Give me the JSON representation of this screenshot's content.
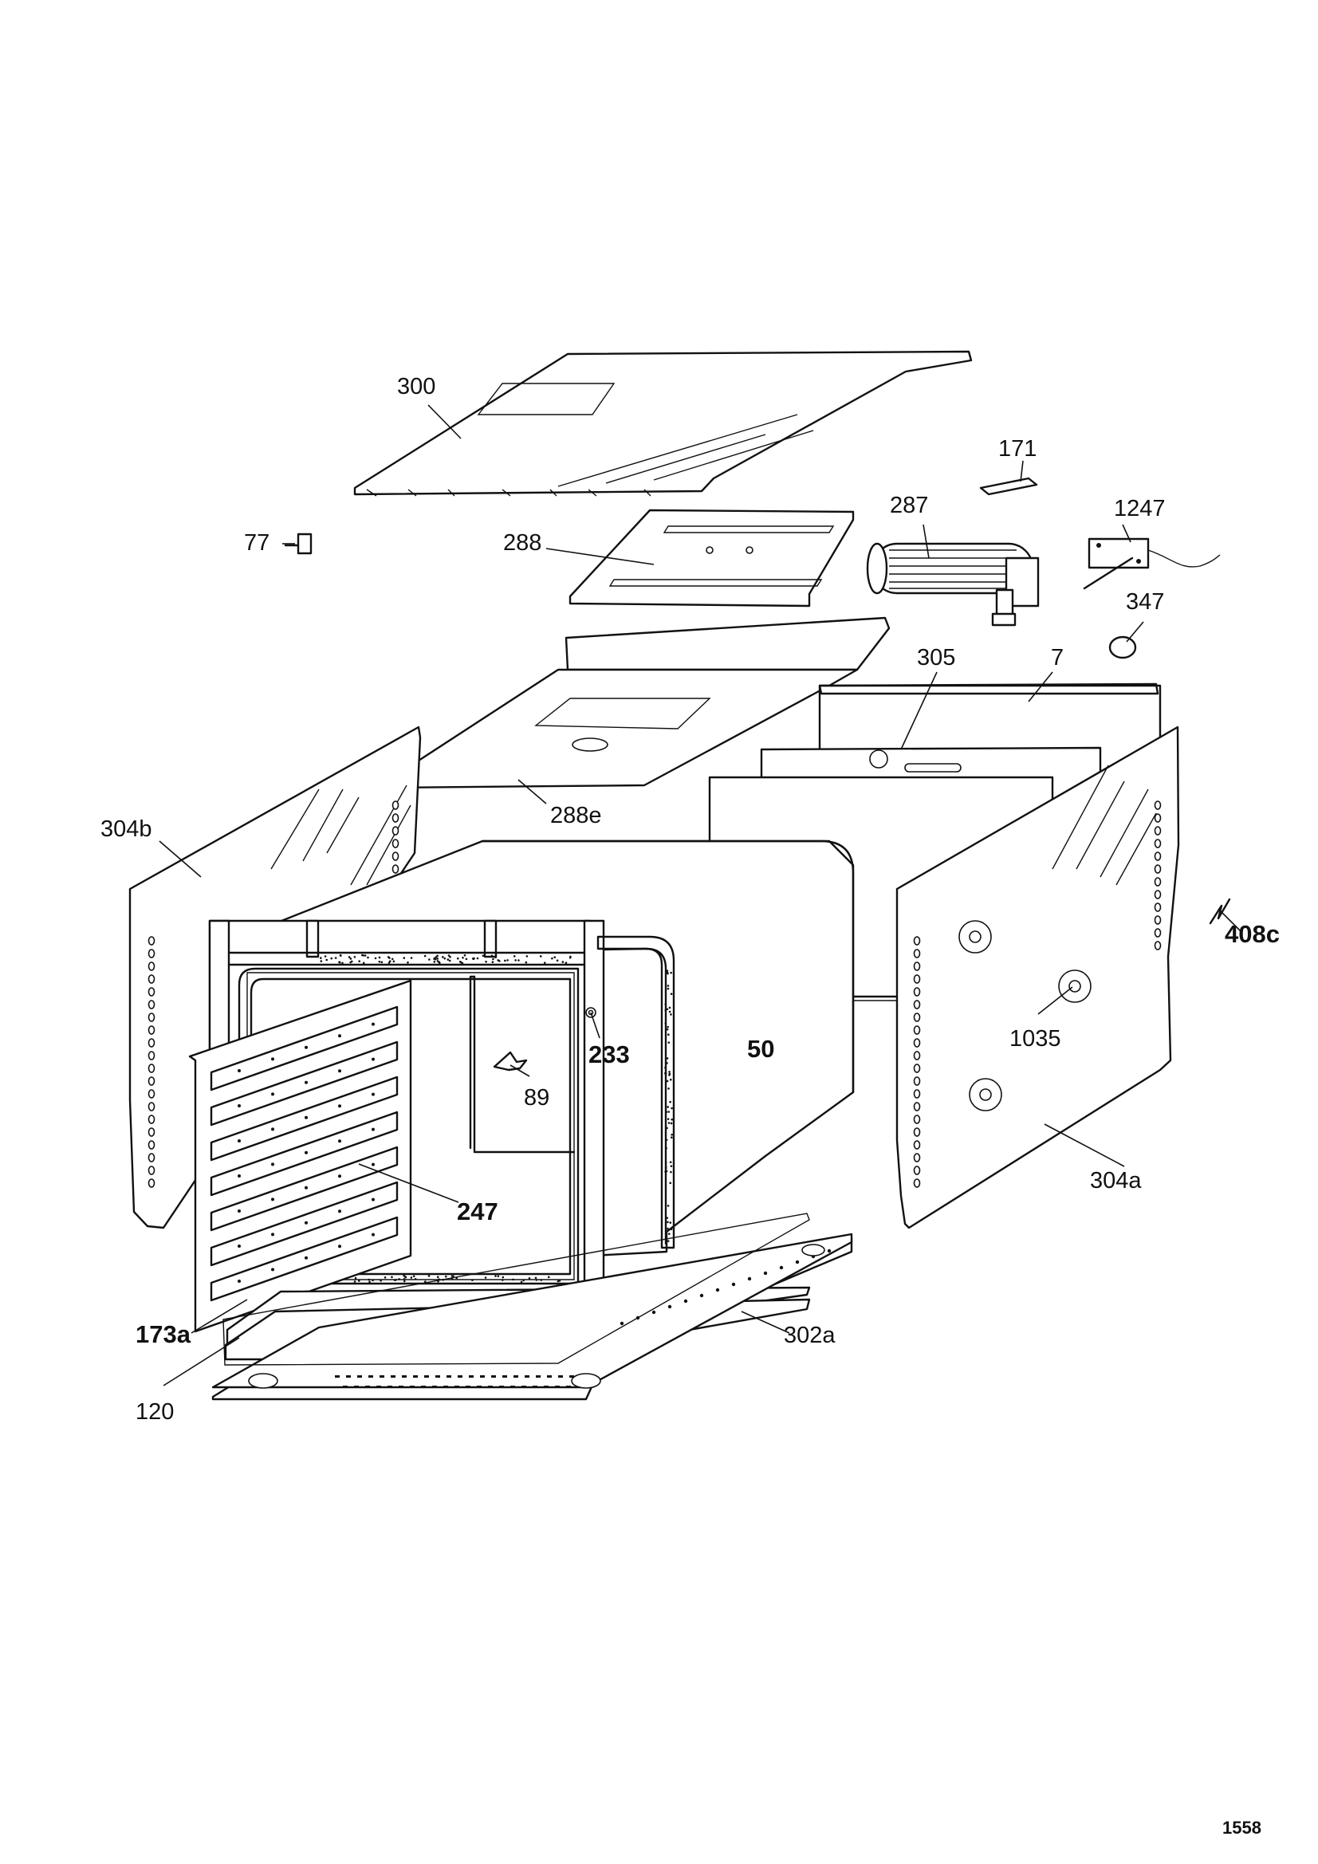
{
  "labels": {
    "l300": "300",
    "l171": "171",
    "l287": "287",
    "l1247": "1247",
    "l77": "77",
    "l288": "288",
    "l347": "347",
    "l305": "305",
    "l7": "7",
    "l304b": "304b",
    "l288e": "288e",
    "l408c": "408c",
    "l233": "233",
    "l50": "50",
    "l1035": "1035",
    "l89": "89",
    "l247": "247",
    "l304a": "304a",
    "l173a": "173a",
    "l302a": "302a",
    "l120": "120"
  },
  "page_number": "1558"
}
